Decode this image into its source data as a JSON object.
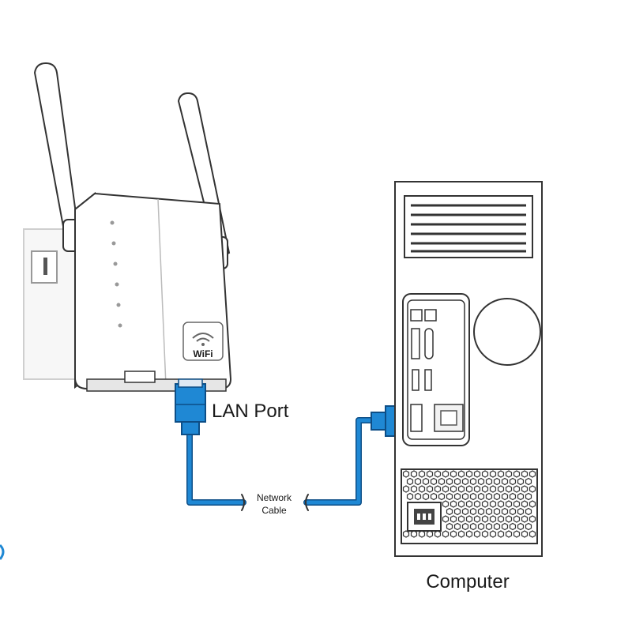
{
  "labels": {
    "lan_port": "LAN Port",
    "network_cable_line1": "Network",
    "network_cable_line2": "Cable",
    "computer": "Computer",
    "wifi_logo_text": "WiFi"
  },
  "colors": {
    "cable_blue": "#1f88d4",
    "cable_dark": "#0d4e86",
    "outline": "#333333",
    "device_white": "#ffffff",
    "panel_gray": "#f2f2f2"
  }
}
